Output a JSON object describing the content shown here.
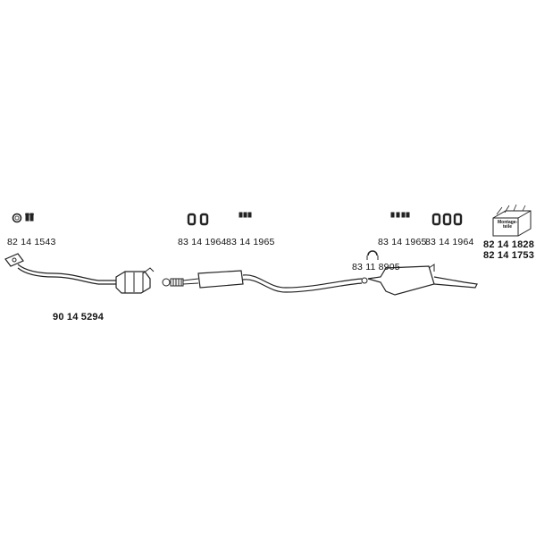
{
  "parts": {
    "mount_kit_left": "82 14 1543",
    "front_pipe": "90 14 5294",
    "hanger_mid_a": "83 14 1964",
    "hanger_mid_b": "83 14 1965",
    "clamp": "83 11 8905",
    "hanger_rear_a": "83 14 1965",
    "hanger_rear_b": "83 14 1964",
    "mount_kit_right_a": "82 14 1828",
    "mount_kit_right_b": "82 14 1753"
  },
  "box_label": "Montage-teile"
}
